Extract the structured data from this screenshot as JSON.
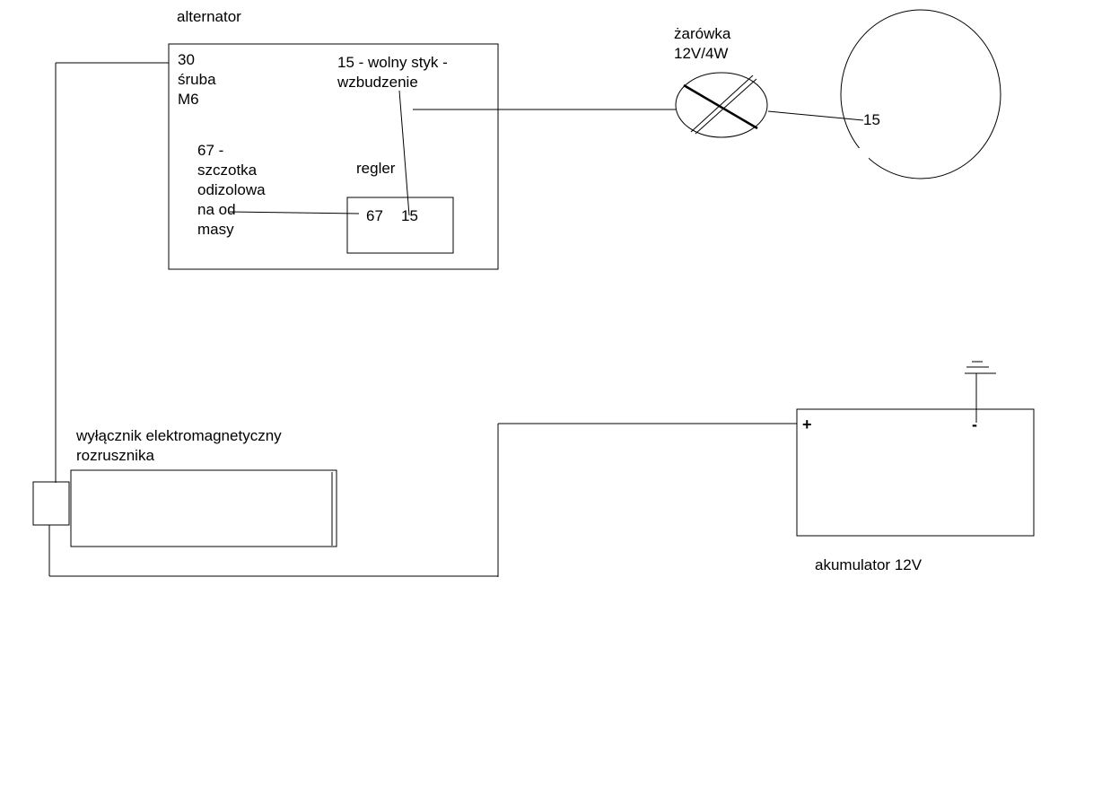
{
  "colors": {
    "background": "#ffffff",
    "line": "#000000",
    "text": "#000000"
  },
  "alternator": {
    "label": "alternator",
    "terminal_30_note": "30\nśruba\nM6",
    "terminal_15_note": "15 - wolny styk -\nwzbudzenie",
    "terminal_67_note": "67 -\nszczotka\nodizolowa\nna od\nmasy",
    "regulator": {
      "label": "regler",
      "terminal_67": "67",
      "terminal_15": "15"
    }
  },
  "bulb": {
    "label": "żarówka\n12V/4W"
  },
  "ignition_switch": {
    "terminal_15": "15"
  },
  "starter_solenoid": {
    "label": "wyłącznik elektromagnetyczny\nrozrusznika"
  },
  "battery": {
    "plus": "+",
    "minus": "-",
    "label": "akumulator 12V"
  }
}
